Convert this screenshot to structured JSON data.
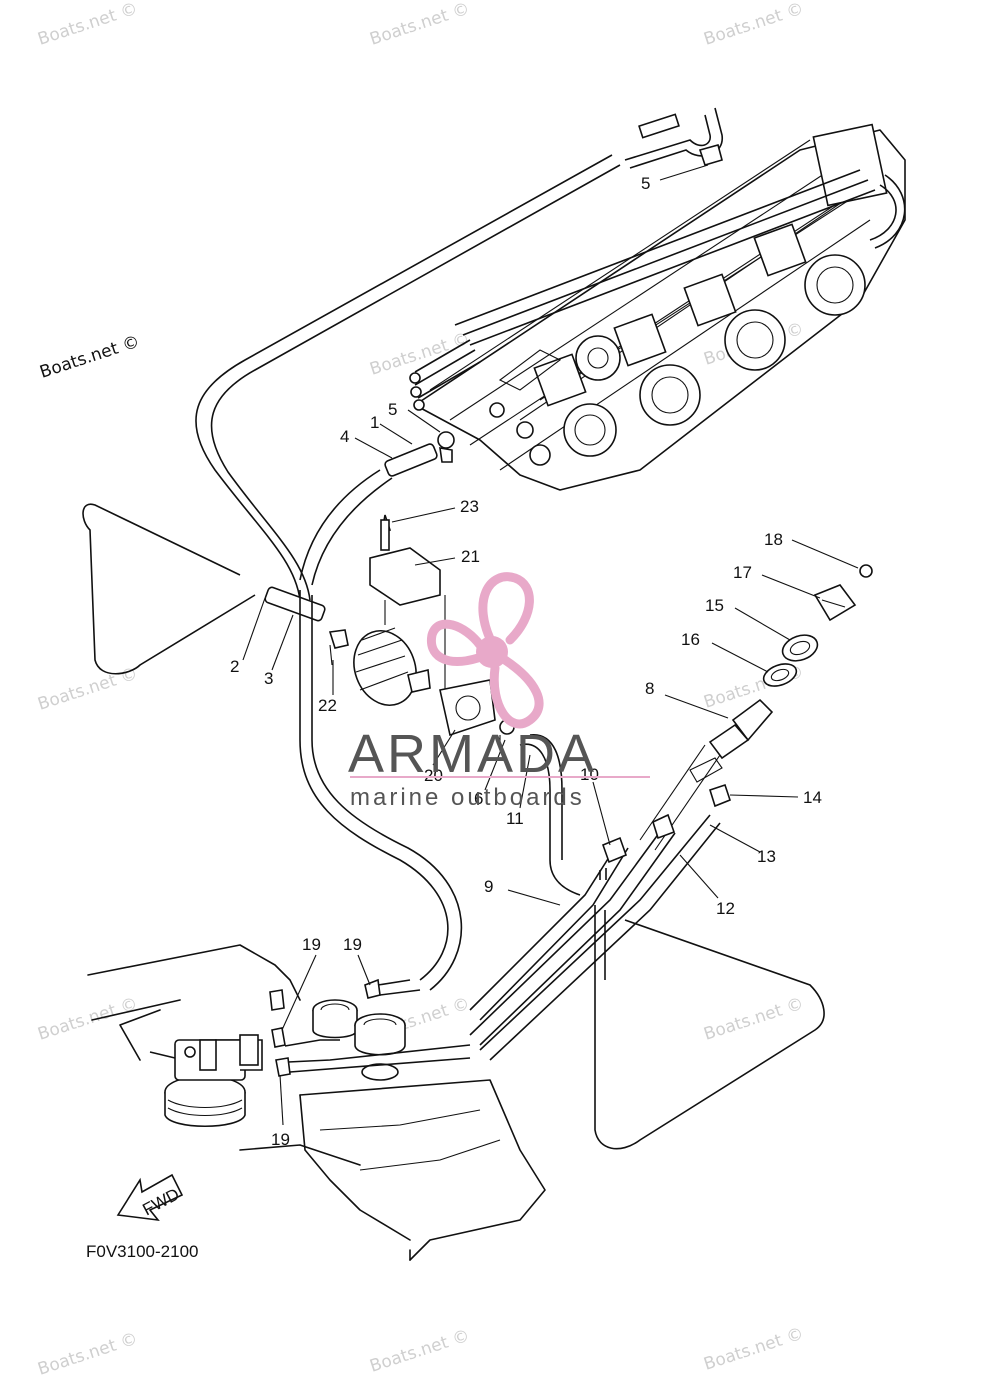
{
  "diagram": {
    "figure_code": "F0V3100-2100",
    "direction_label": "FWD",
    "credit": "Boats.net ©",
    "watermark_text": "Boats.net ©",
    "brand": {
      "name": "ARMADA",
      "tagline": "marine outboards",
      "accent_color": "#e8a9c9",
      "text_color": "#555555"
    },
    "callouts": [
      "5",
      "5",
      "4",
      "1",
      "23",
      "21",
      "2",
      "3",
      "22",
      "20",
      "6",
      "11",
      "10",
      "9",
      "14",
      "13",
      "12",
      "18",
      "17",
      "15",
      "16",
      "8",
      "19",
      "19",
      "19"
    ]
  }
}
